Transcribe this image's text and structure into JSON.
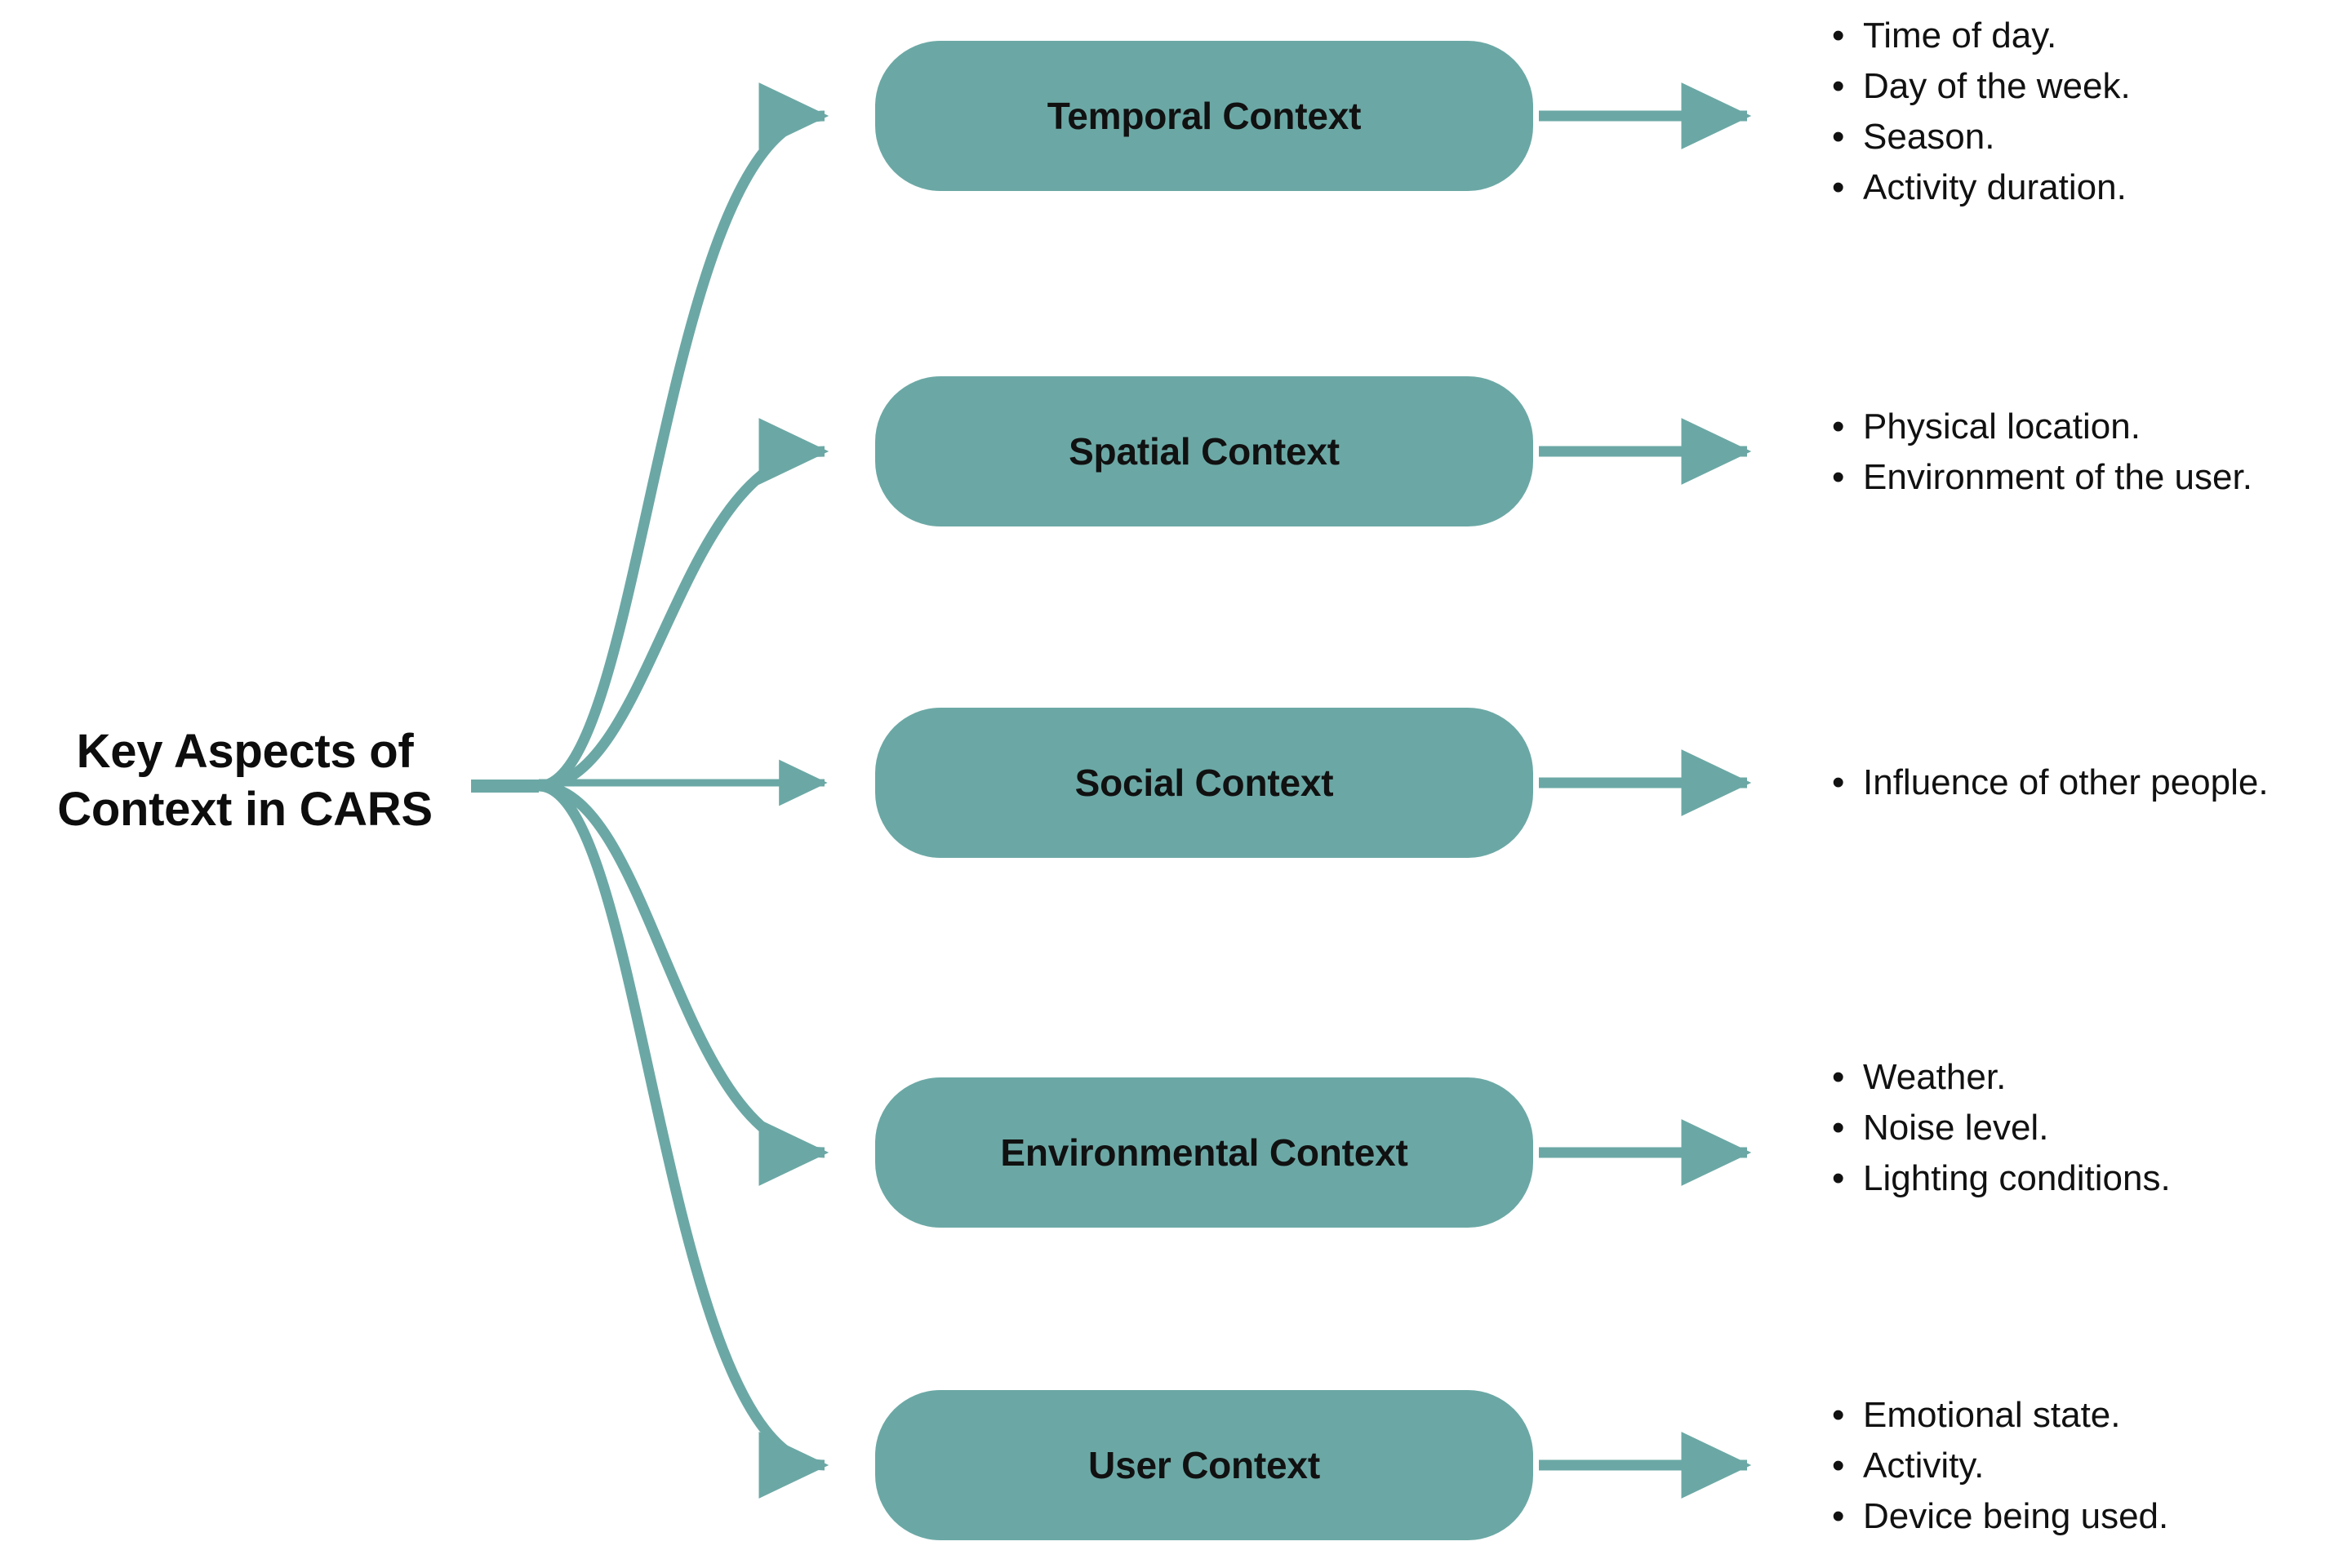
{
  "diagram": {
    "title": "Key Aspects of Context in CARS",
    "root": {
      "name": "root-node",
      "lines": [
        "Key Aspects of",
        "Context in CARS"
      ]
    },
    "colors": {
      "accent_teal": "#6BA8A5",
      "text_dark": "#111111",
      "background": "#FFFFFF"
    },
    "branches": [
      {
        "id": "temporal",
        "label": "Temporal Context",
        "details": [
          "Time of day.",
          "Day of the week.",
          "Season.",
          "Activity duration."
        ]
      },
      {
        "id": "spatial",
        "label": "Spatial Context",
        "details": [
          "Physical location.",
          "Environment of the user."
        ]
      },
      {
        "id": "social",
        "label": "Social Context",
        "details": [
          "Influence of other people."
        ]
      },
      {
        "id": "environmental",
        "label": "Environmental Context",
        "details": [
          "Weather.",
          "Noise level.",
          "Lighting conditions."
        ]
      },
      {
        "id": "user",
        "label": "User Context",
        "details": [
          "Emotional state.",
          "Activity.",
          "Device being used."
        ]
      }
    ]
  }
}
